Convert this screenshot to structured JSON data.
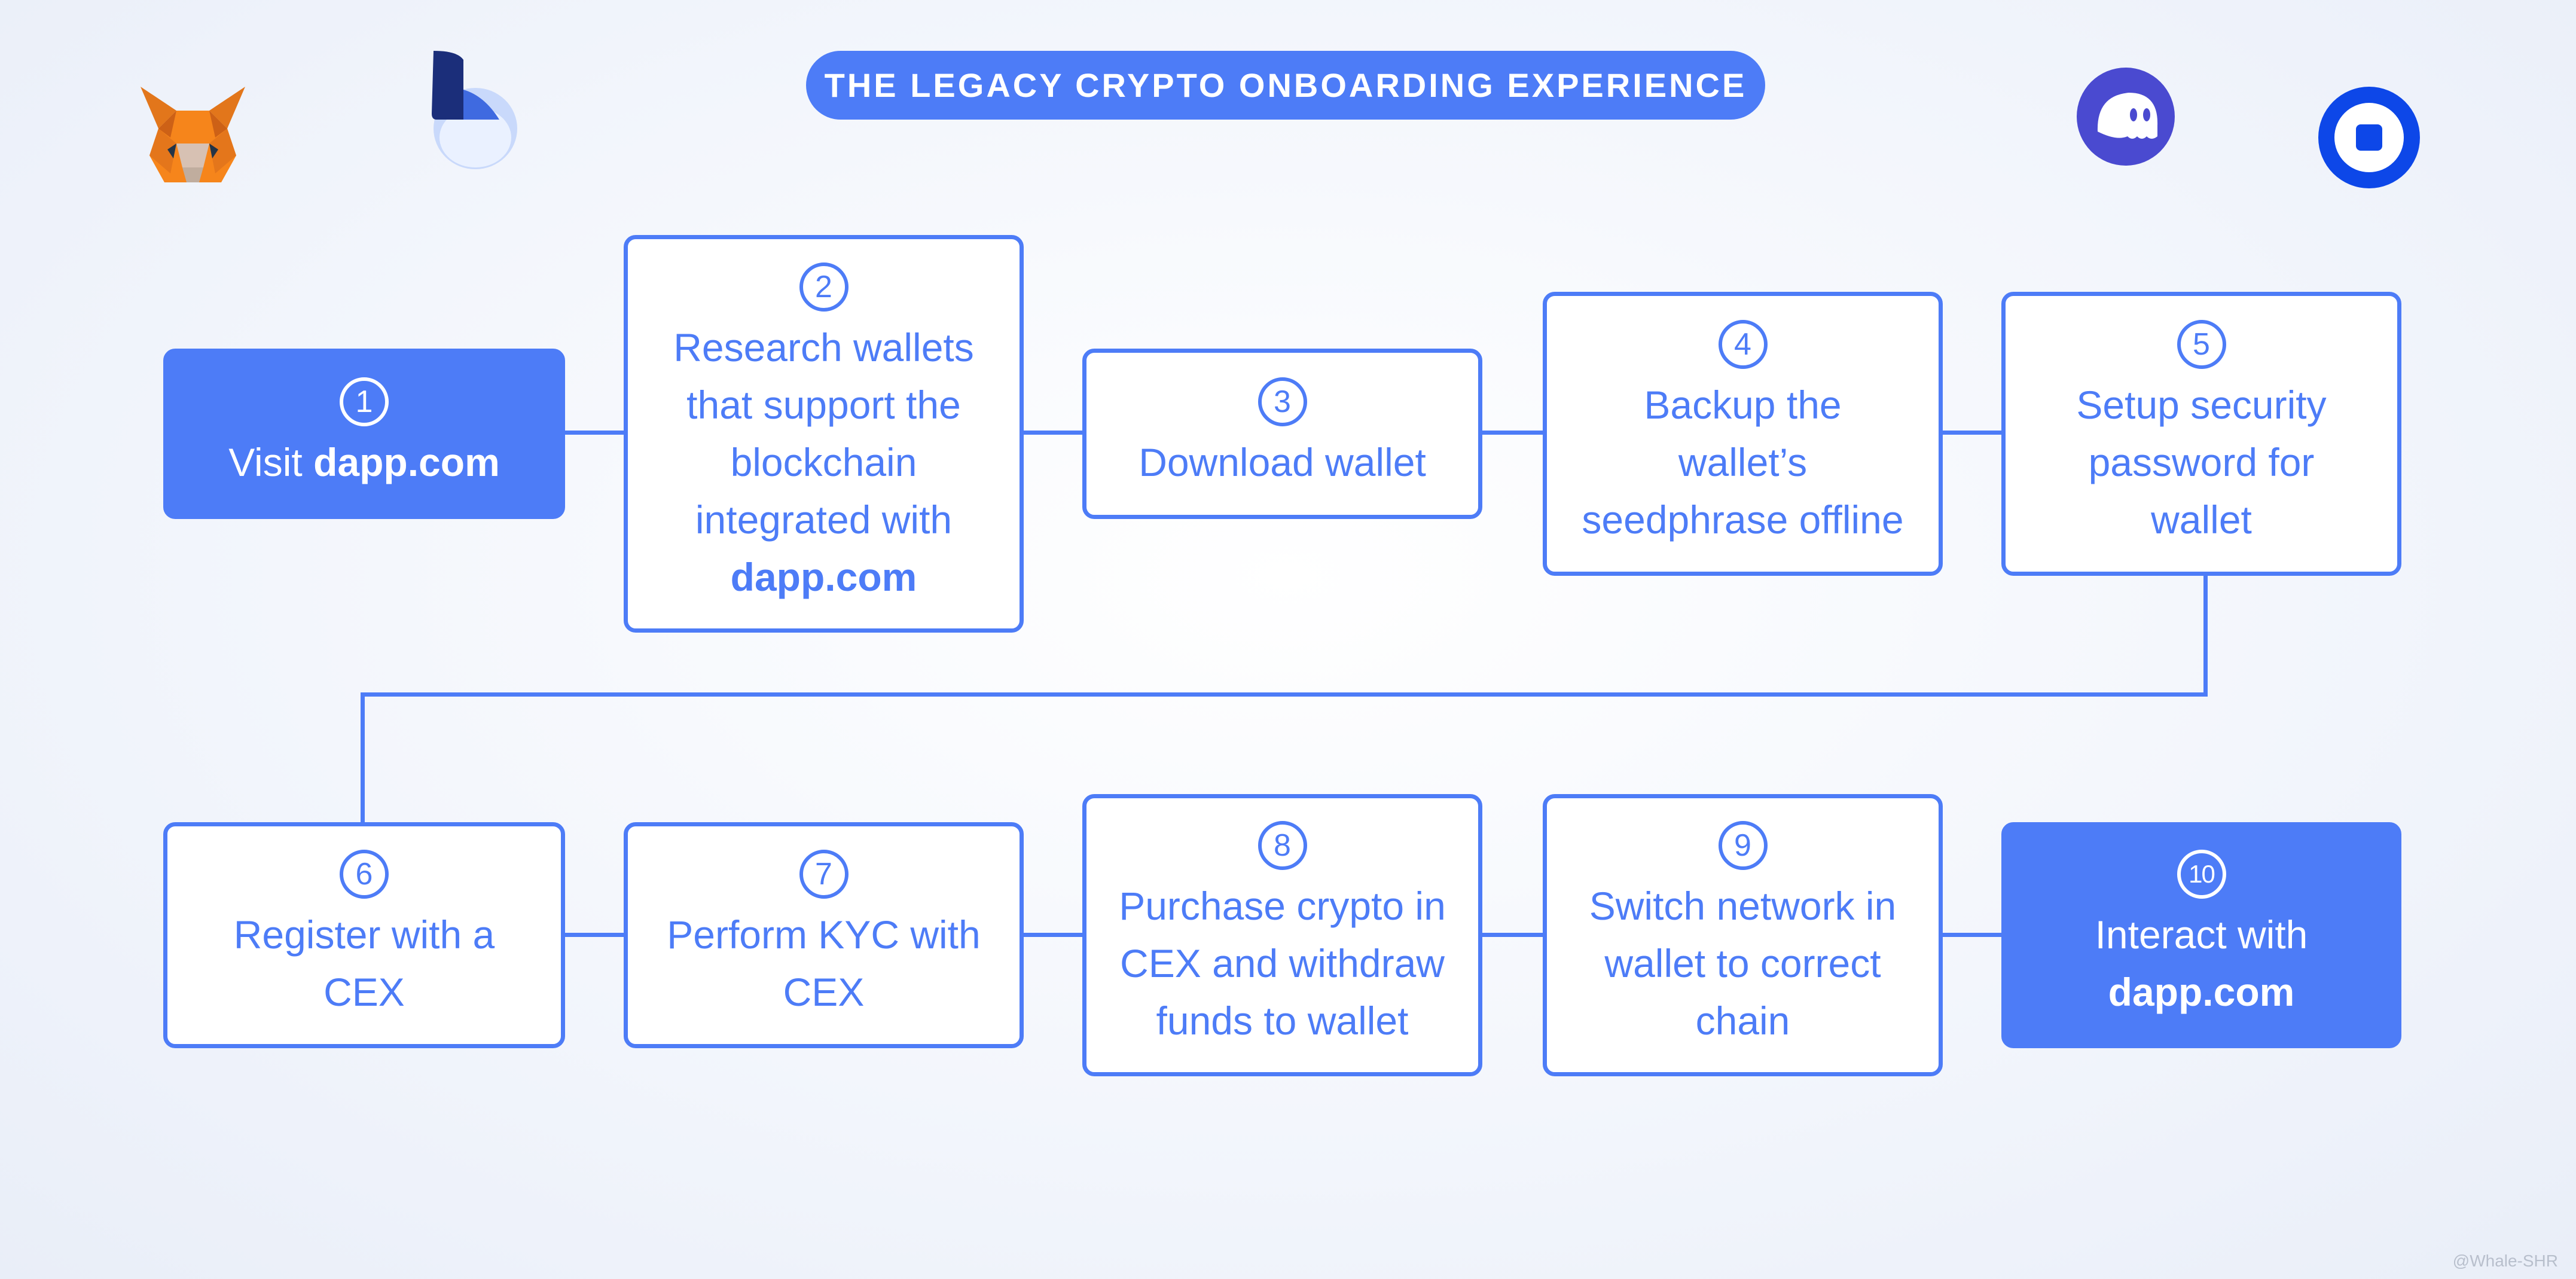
{
  "title": "THE LEGACY CRYPTO ONBOARDING EXPERIENCE",
  "steps": [
    {
      "num": "1",
      "text": "Visit",
      "bold": "dapp.com"
    },
    {
      "num": "2",
      "lines": [
        "Research wallets",
        "that support the",
        "blockchain",
        "integrated with"
      ],
      "bold": "dapp.com"
    },
    {
      "num": "3",
      "text": "Download wallet"
    },
    {
      "num": "4",
      "lines": [
        "Backup the",
        "wallet’s",
        "seedphrase offline"
      ]
    },
    {
      "num": "5",
      "lines": [
        "Setup security",
        "password for",
        "wallet"
      ]
    },
    {
      "num": "6",
      "lines": [
        "Register with a",
        "CEX"
      ]
    },
    {
      "num": "7",
      "lines": [
        "Perform KYC with",
        "CEX"
      ]
    },
    {
      "num": "8",
      "lines": [
        "Purchase crypto in",
        "CEX and withdraw",
        "funds to wallet"
      ]
    },
    {
      "num": "9",
      "lines": [
        "Switch network in",
        "wallet to correct",
        "chain"
      ]
    },
    {
      "num": "10",
      "lines": [
        "Interact with"
      ],
      "bold": "dapp.com"
    }
  ],
  "logos": [
    "metamask-fox-logo",
    "wallet-logo-blue",
    "phantom-ghost-logo",
    "coinbase-wallet-logo"
  ],
  "watermark": "@Whale-SHR",
  "colors": {
    "accent": "#4d7cf7",
    "background": "#f3f6fc"
  }
}
